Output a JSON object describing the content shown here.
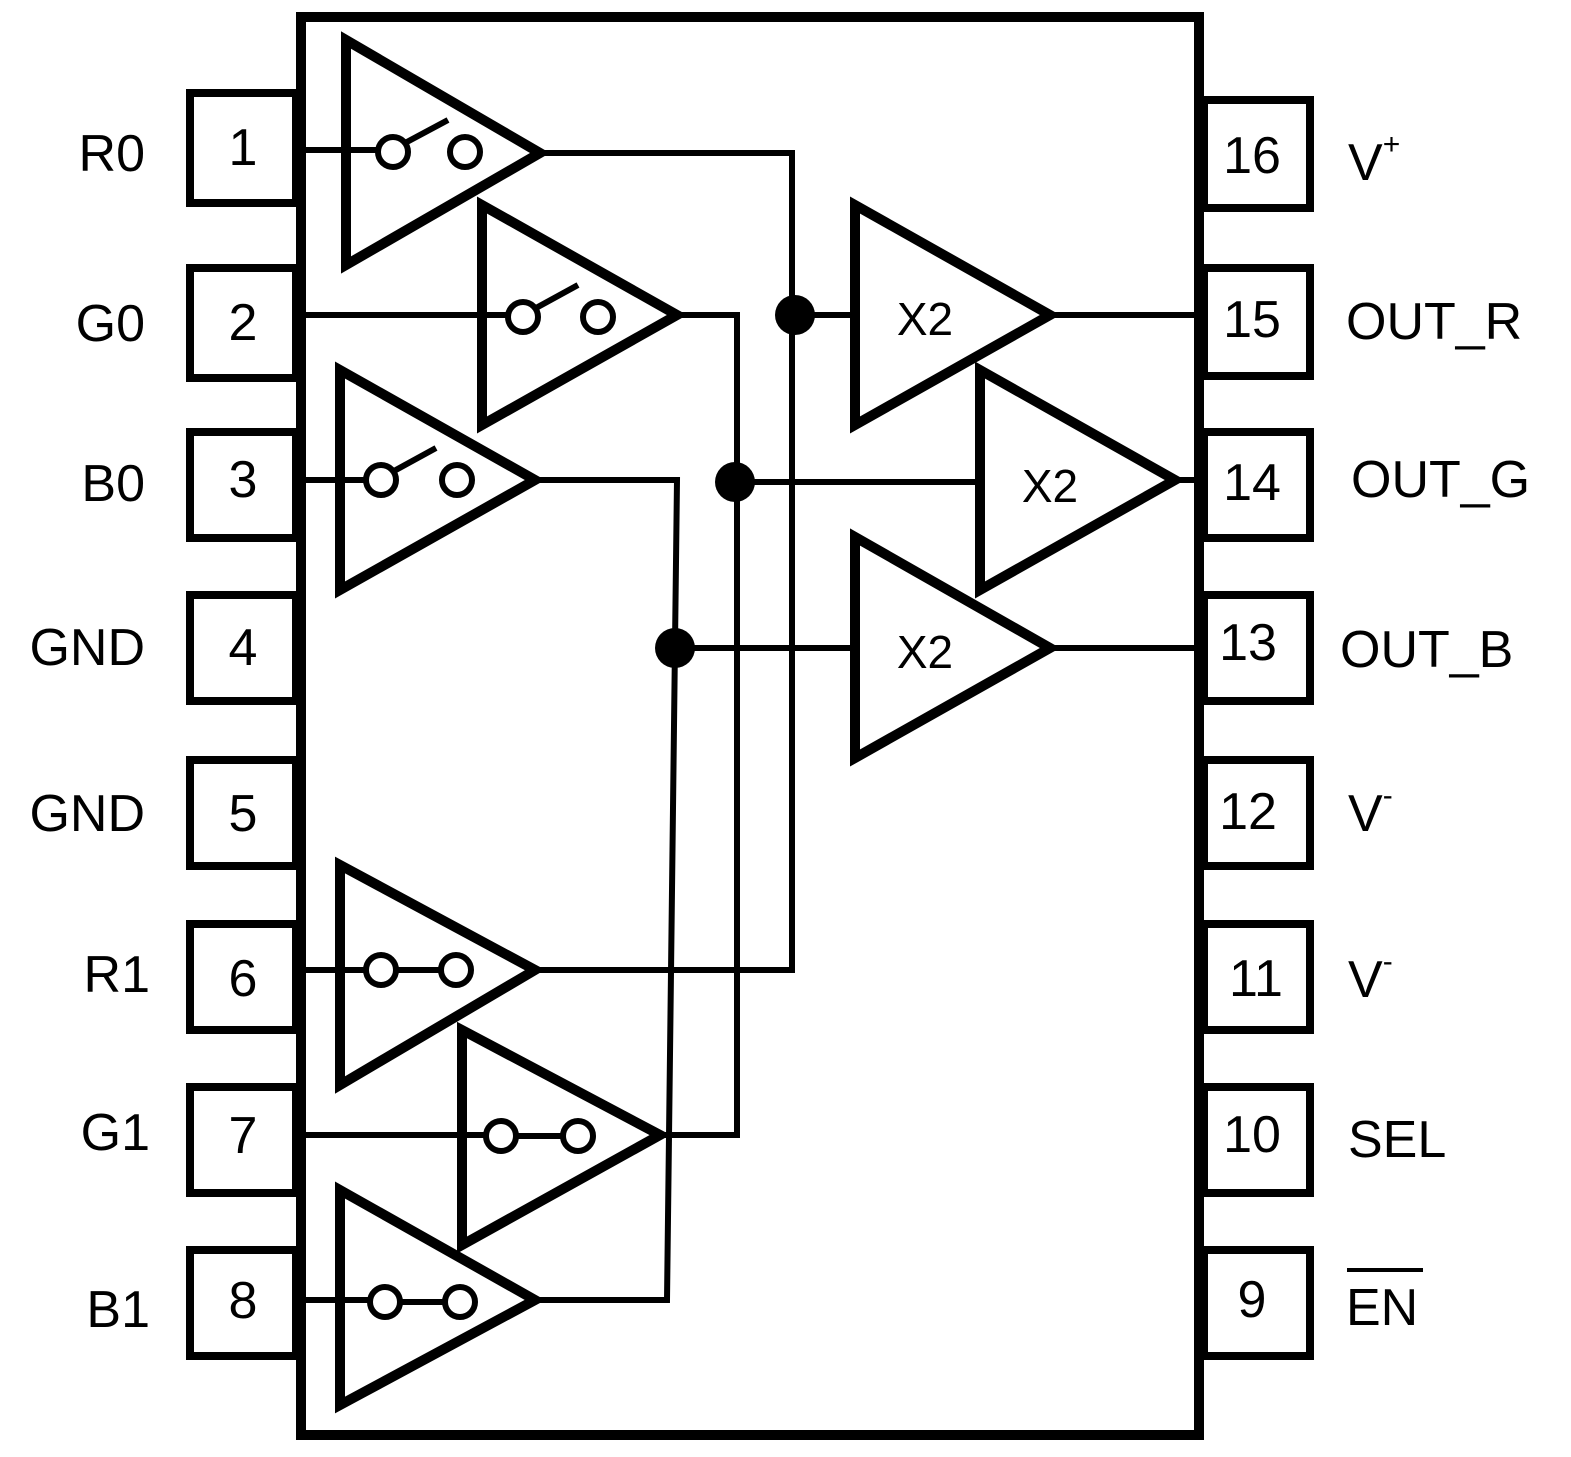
{
  "left_pins": [
    {
      "number": "1",
      "name": "R0"
    },
    {
      "number": "2",
      "name": "G0"
    },
    {
      "number": "3",
      "name": "B0"
    },
    {
      "number": "4",
      "name": "GND"
    },
    {
      "number": "5",
      "name": "GND"
    },
    {
      "number": "6",
      "name": "R1"
    },
    {
      "number": "7",
      "name": "G1"
    },
    {
      "number": "8",
      "name": "B1"
    }
  ],
  "right_pins": [
    {
      "number": "16",
      "name": "V",
      "sup": "+"
    },
    {
      "number": "15",
      "name": "OUT_R"
    },
    {
      "number": "14",
      "name": "OUT_G"
    },
    {
      "number": "13",
      "name": "OUT_B"
    },
    {
      "number": "12",
      "name": "V",
      "sup": "-"
    },
    {
      "number": "11",
      "name": "V",
      "sup": "-"
    },
    {
      "number": "10",
      "name": "SEL"
    },
    {
      "number": "9",
      "name": "EN",
      "overline": true
    }
  ],
  "amplifiers": [
    {
      "label": "X2",
      "output": "OUT_R"
    },
    {
      "label": "X2",
      "output": "OUT_G"
    },
    {
      "label": "X2",
      "output": "OUT_B"
    }
  ]
}
